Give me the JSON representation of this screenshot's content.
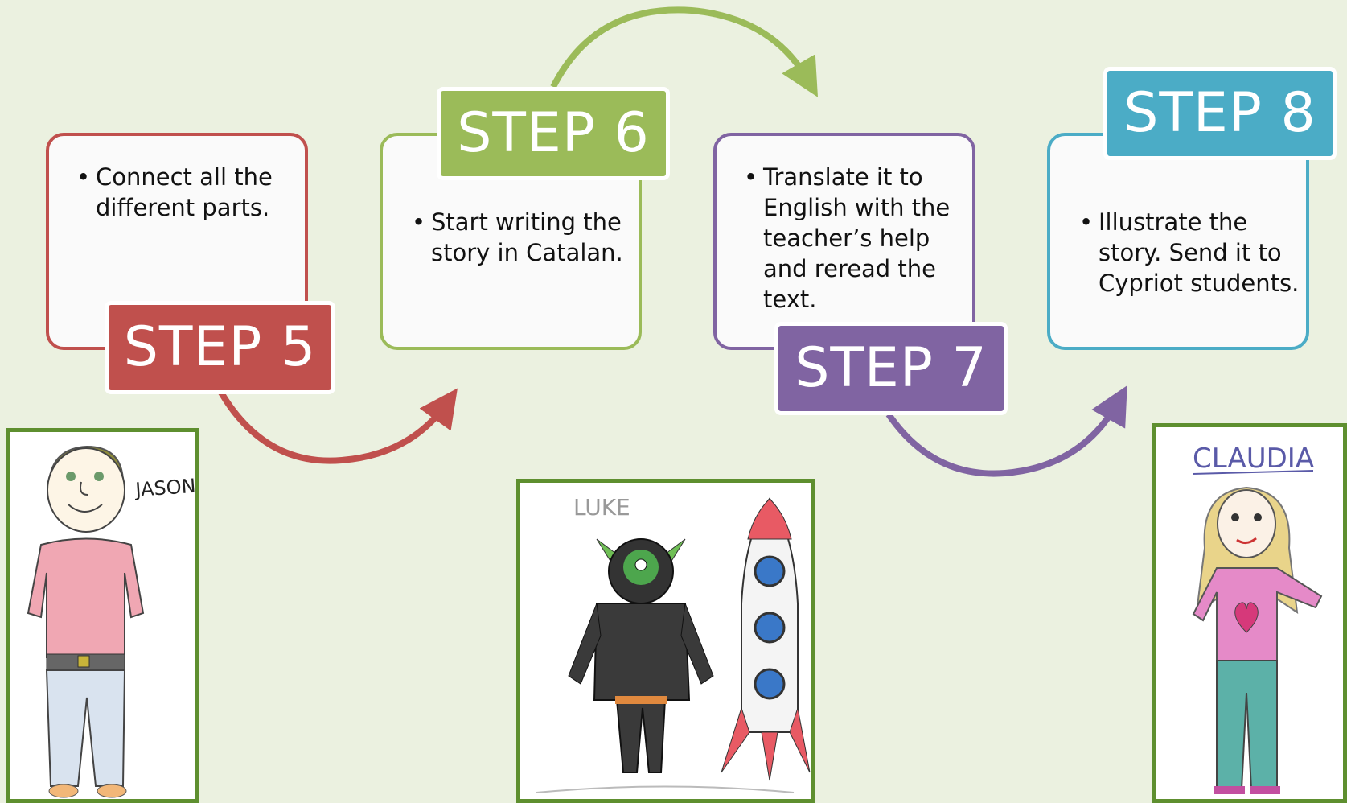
{
  "steps": [
    {
      "label": "STEP 5",
      "text": "Connect all the different parts.",
      "color": "#c0504d"
    },
    {
      "label": "STEP 6",
      "text": "Start writing the story in Catalan.",
      "color": "#9bbb59"
    },
    {
      "label": "STEP 7",
      "text": " Translate it to English with the teacher’s help and reread the text.",
      "color": "#8064a2"
    },
    {
      "label": "STEP 8",
      "text": "Illustrate  the story.  Send it to Cypriot students.",
      "color": "#4bacc6"
    }
  ],
  "drawings": [
    {
      "name_text": "JASON"
    },
    {
      "name_text": "LUKE"
    },
    {
      "name_text": "CLAUDIA"
    }
  ]
}
